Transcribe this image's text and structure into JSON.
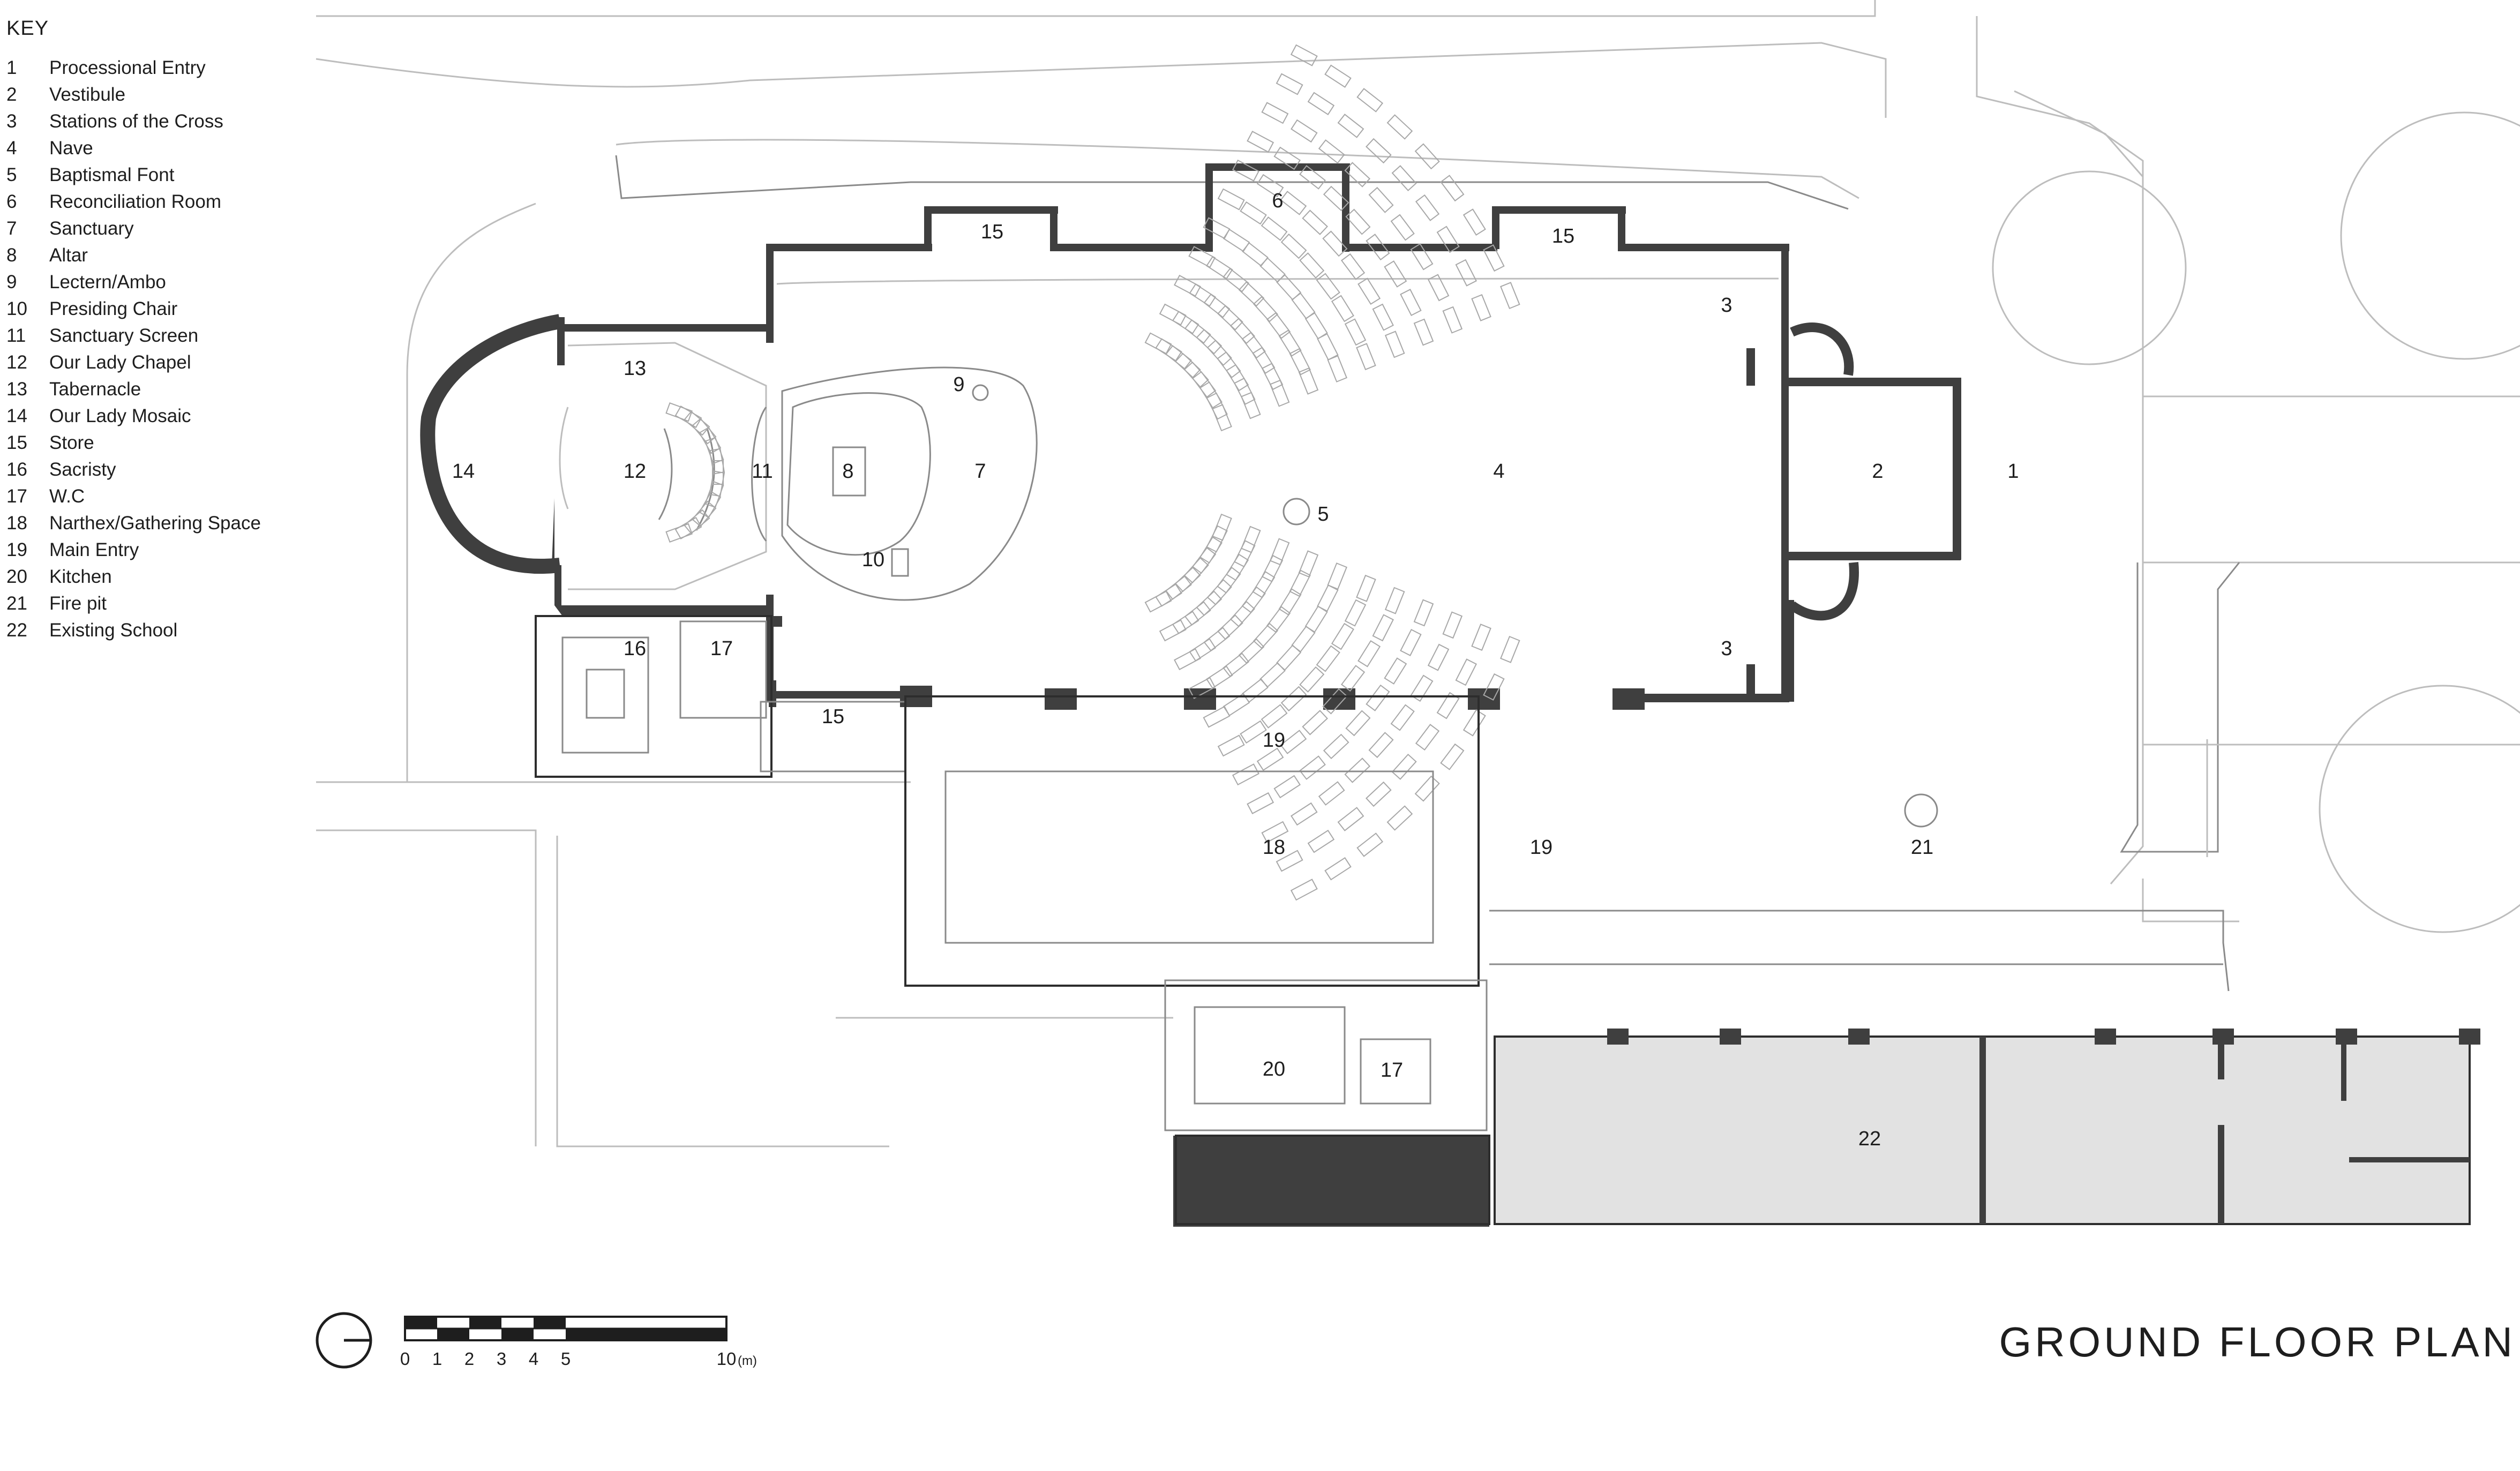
{
  "key": {
    "title": "KEY",
    "items": [
      {
        "num": "1",
        "label": "Processional Entry"
      },
      {
        "num": "2",
        "label": "Vestibule"
      },
      {
        "num": "3",
        "label": "Stations of the Cross"
      },
      {
        "num": "4",
        "label": "Nave"
      },
      {
        "num": "5",
        "label": "Baptismal Font"
      },
      {
        "num": "6",
        "label": "Reconciliation Room"
      },
      {
        "num": "7",
        "label": "Sanctuary"
      },
      {
        "num": "8",
        "label": "Altar"
      },
      {
        "num": "9",
        "label": "Lectern/Ambo"
      },
      {
        "num": "10",
        "label": "Presiding Chair"
      },
      {
        "num": "11",
        "label": "Sanctuary Screen"
      },
      {
        "num": "12",
        "label": "Our Lady Chapel"
      },
      {
        "num": "13",
        "label": "Tabernacle"
      },
      {
        "num": "14",
        "label": "Our Lady Mosaic"
      },
      {
        "num": "15",
        "label": "Store"
      },
      {
        "num": "16",
        "label": "Sacristy"
      },
      {
        "num": "17",
        "label": "W.C"
      },
      {
        "num": "18",
        "label": "Narthex/Gathering Space"
      },
      {
        "num": "19",
        "label": "Main Entry"
      },
      {
        "num": "20",
        "label": "Kitchen"
      },
      {
        "num": "21",
        "label": "Fire pit"
      },
      {
        "num": "22",
        "label": "Existing School"
      }
    ]
  },
  "plan_labels": {
    "n1": "1",
    "n2": "2",
    "n3a": "3",
    "n3b": "3",
    "n4": "4",
    "n5": "5",
    "n6": "6",
    "n7": "7",
    "n8": "8",
    "n9": "9",
    "n10": "10",
    "n11": "11",
    "n12": "12",
    "n13": "13",
    "n14": "14",
    "n15a": "15",
    "n15b": "15",
    "n15c": "15",
    "n16": "16",
    "n17a": "17",
    "n17b": "17",
    "n18": "18",
    "n19a": "19",
    "n19b": "19",
    "n20": "20",
    "n21": "21",
    "n22": "22"
  },
  "scale_bar": {
    "ticks": [
      "0",
      "1",
      "2",
      "3",
      "4",
      "5",
      "10"
    ],
    "unit": "(m)"
  },
  "drawing_title": "GROUND FLOOR PLAN",
  "colors": {
    "walls": "#3f3f3f",
    "school_fill": "#e2e2e2",
    "linework": "#bdbdbd"
  }
}
